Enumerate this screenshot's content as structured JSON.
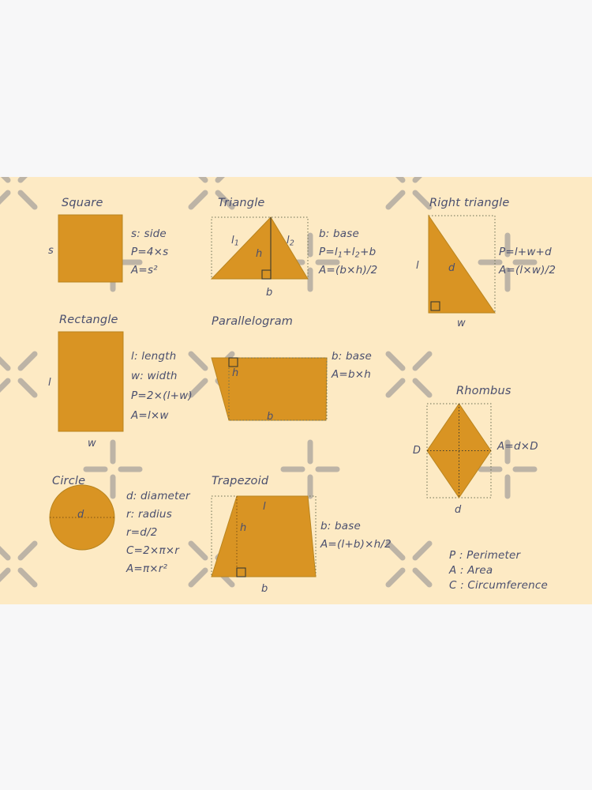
{
  "poster": {
    "background_color": "#f7f7f8",
    "canvas_color": "#fdeac4",
    "shape_fill": "#d99423",
    "shape_stroke": "#b9851f",
    "text_color": "#4a4f6e",
    "ornament_color": "#bdb4a6",
    "guide_color": "#6b6f52"
  },
  "sections": {
    "square": {
      "title": "Square",
      "side_label": "s",
      "defs": [
        "s: side"
      ],
      "formulas": [
        "P=4×s",
        "A=s²"
      ]
    },
    "triangle": {
      "title": "Triangle",
      "leg1_label": "l",
      "leg1_sub": "1",
      "leg2_label": "l",
      "leg2_sub": "2",
      "height_label": "h",
      "base_label": "b",
      "defs": [
        "b: base"
      ],
      "formula_perimeter_parts": [
        "P=l",
        "1",
        "+l",
        "2",
        "+b"
      ],
      "formula_area": "A=(b×h)/2"
    },
    "right_triangle": {
      "title": "Right triangle",
      "length_label": "l",
      "width_label": "w",
      "hyp_label": "d",
      "formulas": [
        "P=l+w+d",
        "A=(l×w)/2"
      ]
    },
    "rectangle": {
      "title": "Rectangle",
      "length_label": "l",
      "width_label": "w",
      "defs": [
        "l: length",
        "w: width"
      ],
      "formulas": [
        "P=2×(l+w)",
        "A=l×w"
      ]
    },
    "parallelogram": {
      "title": "Parallelogram",
      "height_label": "h",
      "base_label": "b",
      "defs": [
        "b: base"
      ],
      "formulas": [
        "A=b×h"
      ]
    },
    "rhombus": {
      "title": "Rhombus",
      "diag_major_label": "D",
      "diag_minor_label": "d",
      "formulas": [
        "A=d×D"
      ]
    },
    "circle": {
      "title": "Circle",
      "diameter_label": "d",
      "defs": [
        "d: diameter",
        "r: radius"
      ],
      "formulas": [
        "r=d/2",
        "C=2×π×r",
        "A=π×r²"
      ]
    },
    "trapezoid": {
      "title": "Trapezoid",
      "top_label": "l",
      "height_label": "h",
      "base_label": "b",
      "defs": [
        "b: base"
      ],
      "formulas": [
        "A=(l+b)×h/2"
      ]
    }
  },
  "legend": {
    "lines": [
      "P : Perimeter",
      "A : Area",
      "C : Circumference"
    ]
  }
}
